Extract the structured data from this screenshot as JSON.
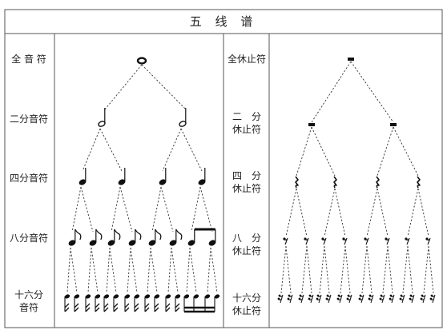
{
  "title": "五 线 谱",
  "notes": {
    "whole": "全 音 符",
    "half": "二分音符",
    "quarter": "四分音符",
    "eighth": "八分音符",
    "sixteenth_1": "十六分",
    "sixteenth_2": "音符"
  },
  "rests": {
    "whole": "全休止符",
    "half_1": "二　分",
    "half_2": "休止符",
    "quarter_1": "四　分",
    "quarter_2": "休止符",
    "eighth_1": "八　分",
    "eighth_2": "休止符",
    "sixteenth_1": "十六分",
    "sixteenth_2": "休止符"
  },
  "colors": {
    "ink": "#111111",
    "line": "#555555",
    "background": "#ffffff"
  }
}
